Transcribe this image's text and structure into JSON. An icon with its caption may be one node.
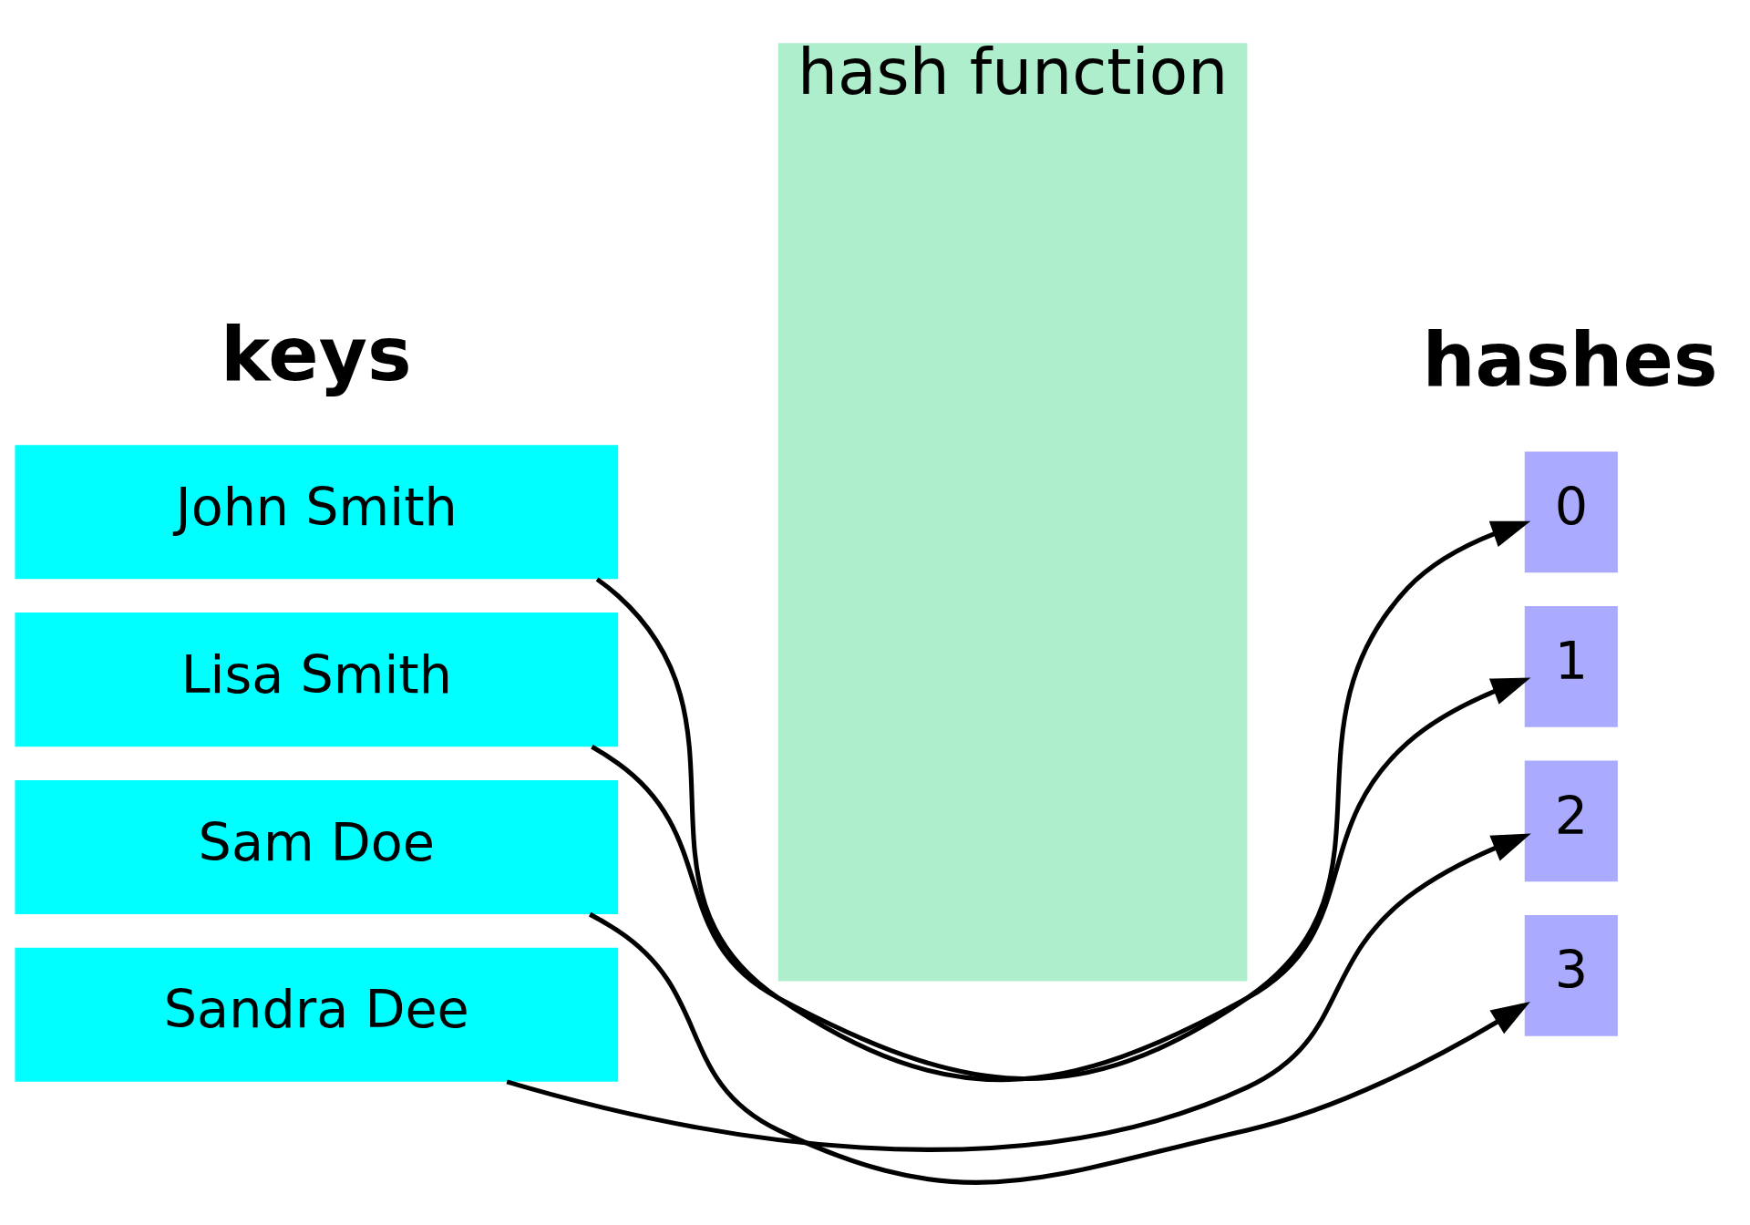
{
  "diagram": {
    "nodes": [
      {
        "text": [
          "John Smith"
        ]
      },
      {
        "text": [
          "Lisa Smith"
        ]
      },
      {
        "text": [
          "Sam Doe"
        ]
      },
      {
        "text": [
          "Sandra Dee"
        ]
      },
      {
        "text": [
          "hash function"
        ]
      },
      {
        "text": [
          "0"
        ]
      },
      {
        "text": [
          "1"
        ]
      },
      {
        "text": [
          "2"
        ]
      },
      {
        "text": [
          "3"
        ]
      }
    ],
    "edges": [
      {
        "from": 0,
        "to": 6,
        "arrow": "to"
      },
      {
        "from": 1,
        "to": 5,
        "arrow": "to"
      },
      {
        "from": 2,
        "to": 8,
        "arrow": "to"
      },
      {
        "from": 3,
        "to": 7,
        "arrow": "to"
      }
    ],
    "labels": [
      "keys",
      "hashes"
    ]
  }
}
